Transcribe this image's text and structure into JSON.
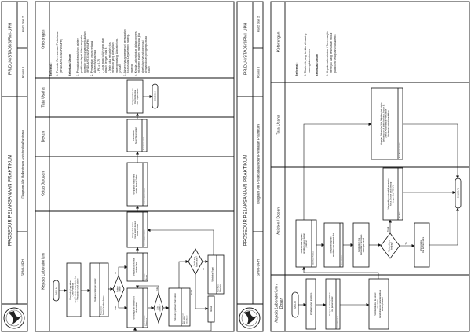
{
  "pages": [
    {
      "header": {
        "title": "PROSEDUR PELAKSANAAN PRAKTIKUM",
        "code": "PR/DU4/STA05/SPMI-UPH",
        "unit": "SPMI-UPH",
        "subtitle": "Diagram Alir Rekrutmen Asisten Mahasiswa",
        "revision": "Revisi 0",
        "page": "Hal 1 dari 2",
        "logo_text": "UNIVERSITAS"
      },
      "lanes": [
        "Keterangan",
        "Tata Usaha",
        "Dekan",
        "Ketua Jurusan",
        "Kepala Laboratorium"
      ],
      "notes": [
        "Referensi :",
        "1. Prosedur Perencanaan Perkuliahan",
        "(PR/DU4/STA04/SPMI-UPH)",
        "Ketentuan Umum :",
        "1. Pengajuan kebutuhan asisten",
        "praktikum dapat dilakukan pada",
        "prosedur perencanaan perkuliahan",
        "(PR/DU4/STA04/SPMI-UPH)",
        "2. Persyaratan umum sebagai",
        "Asisten Mahasiswa :",
        "- IPK ≥ 2,75",
        "- Lulus mata kuliah yang akan",
        "diasuh dengan nilai B",
        "- Telah lulus sejumlah sks",
        "minimum yang ditetapkan",
        "masing-masing laboratorium /",
        "jurusan",
        "3. Asisten harus memenuhi persyaratan",
        "khusus dari Departemen masing-",
        "masing",
        "4. Kepala Laboratorium dalam proses",
        "rekrutmen asisten mahasiswa jika",
        "diperlukan harus koordinasi",
        "dengan dosen pengampu mata",
        "kuliah"
      ],
      "nodes": {
        "mulai": {
          "lines": [
            "MULAI"
          ]
        },
        "a": {
          "lines": [
            "Menentukan kebutuhan :",
            "- Jenis Praktikum",
            "- Jumlah asisten yang dibutuhkan",
            "- Persyaratan untuk asisten"
          ]
        },
        "b": {
          "lines": [
            "Membuka lowongan asisten"
          ],
          "note": [
            "Pengumuman",
            "Formulir Pendaftaran Asisten"
          ]
        },
        "d1": {
          "lines": [
            "Asisten",
            "Lama?"
          ]
        },
        "c": {
          "lines": [
            "Memanggil dan Wawancara",
            "calon asisten"
          ],
          "note": [
            "Surat Undangan",
            "Wawancara"
          ]
        },
        "d": {
          "lines": [
            "Mengevaluasi kinerja",
            "asisten lama"
          ],
          "note": [
            "Penilaian",
            "Kinerja"
          ]
        },
        "d2": {
          "lines": [
            "Lulus",
            "Seleksi?"
          ]
        },
        "e": {
          "lines": [
            "Melakukan penilaian hasil seleksi"
          ],
          "note": [
            "Hasil Wawancara",
            "Hasil Seleksi",
            "Daftar Asisten"
          ]
        },
        "d3": {
          "lines": [
            "Sudah ada",
            "kesesuaian?"
          ]
        },
        "f": {
          "lines": [
            "Melakukan Rapat"
          ],
          "note": [
            "Hasil Rapat",
            "Daftar Hadir"
          ]
        },
        "tolak": {
          "lines": [
            "Ditolak"
          ]
        },
        "g": {
          "lines": [
            "Mengajukan nama-",
            "nama asisten kepada",
            "Ketua Jurusan"
          ],
          "note": [
            "Surat Pengajuan Asisten"
          ]
        },
        "h": {
          "lines": [
            "Mengajukan nama-nama",
            "asisten kepada Dekan"
          ],
          "note": [
            "Surat Pengajuan Asisten"
          ]
        },
        "i": {
          "lines": [
            "Menerbitkan",
            "Surat Tugas Asisten"
          ],
          "note": [
            "Surat Tugas Asisten"
          ]
        },
        "j": {
          "lines": [
            "Menggandakan dan",
            "Mendistribusikan",
            "Surat Tugas Asisten"
          ]
        },
        "selesai": {
          "lines": [
            "SELESAI"
          ]
        }
      },
      "labels": {
        "yes": "Ya",
        "no": "Tidak"
      }
    },
    {
      "header": {
        "title": "PROSEDUR PELAKSANAAN PRAKTIKUM",
        "code": "PR/DU4/STA05/SPMI-UPH",
        "unit": "SPMI-UPH",
        "subtitle": "Diagram Alir Pelaksanaan dan Penilaian Praktikum",
        "revision": "Revisi 0",
        "page": "Hal 2 dari 2",
        "logo_text": "UNIVERSITAS"
      },
      "lanes": [
        "Keterangan",
        "Tata Usaha",
        "Asisten / Dosen",
        "Kepala Laboratorium /",
        "Dosen"
      ],
      "notes": [
        "Referensi :",
        "1. Tata tertib yang berlaku di masing",
        "masing laboratorium",
        "Ketentuan Umum :",
        "1. Kepala Laboratorium / Dosen wajib",
        "meninjau ulang kesesuaian modul",
        "praktikum setiap tahun akademik"
      ],
      "nodes": {
        "mulai": {
          "lines": [
            "MULAI"
          ]
        },
        "k": {
          "lines": [
            "Membuat jadwal praktikum"
          ]
        },
        "l": {
          "lines": [
            "Menyusun jadwal praktikum",
            "dan jadwal asisten"
          ],
          "note": [
            "Jadwal Praktikum"
          ]
        },
        "m": {
          "lines": [
            "Memberitahukan ke asisten",
            "dan dosen",
            "Memberitahukan jadwal praktikum",
            "kepada praktikan"
          ]
        },
        "n": {
          "lines": [
            "Melaksanakan kegiatan",
            "praktikum sesuai jadwal",
            "praktikum"
          ],
          "note": [
            "Daftar Hadir Praktikum"
          ]
        },
        "o": {
          "lines": [
            "Mengoreksi laporan",
            "praktikum dan memberi nilai"
          ],
          "note": [
            "Nilai Praktikum"
          ]
        },
        "p": {
          "lines": [
            "Memberikan nilai",
            "Memberikan nilai kepada",
            "dosen pengampu"
          ]
        },
        "dd": {
          "lines": [
            "Nilai praktikum",
            "lengkap?"
          ]
        },
        "q": {
          "lines": [
            "Menyerahkan nilai praktikum kepada",
            "Ketua Jurusan untuk direkap",
            "dengan nilai UTS/UAS"
          ],
          "note": [
            "Nilai Akhir"
          ]
        },
        "r": {
          "lines": [
            "Menyerahkan",
            "nilai ke Tata Usaha"
          ]
        },
        "s": {
          "lines": [
            "Menerima Rekapitulasi Nilai Praktikum dari Asisten",
            "Mahasiswa untuk dikirim ke Ketua Jurusan &",
            "Direktur Akademik dan Perkuliahan",
            "Menyimpan arsip nilai praktikum"
          ],
          "note": [
            "Arsip Rekapitulasi Nilai"
          ]
        },
        "selesai": {
          "lines": [
            "SELESAI"
          ]
        }
      },
      "labels": {
        "yes": "Ya",
        "no": "Tidak"
      }
    }
  ]
}
